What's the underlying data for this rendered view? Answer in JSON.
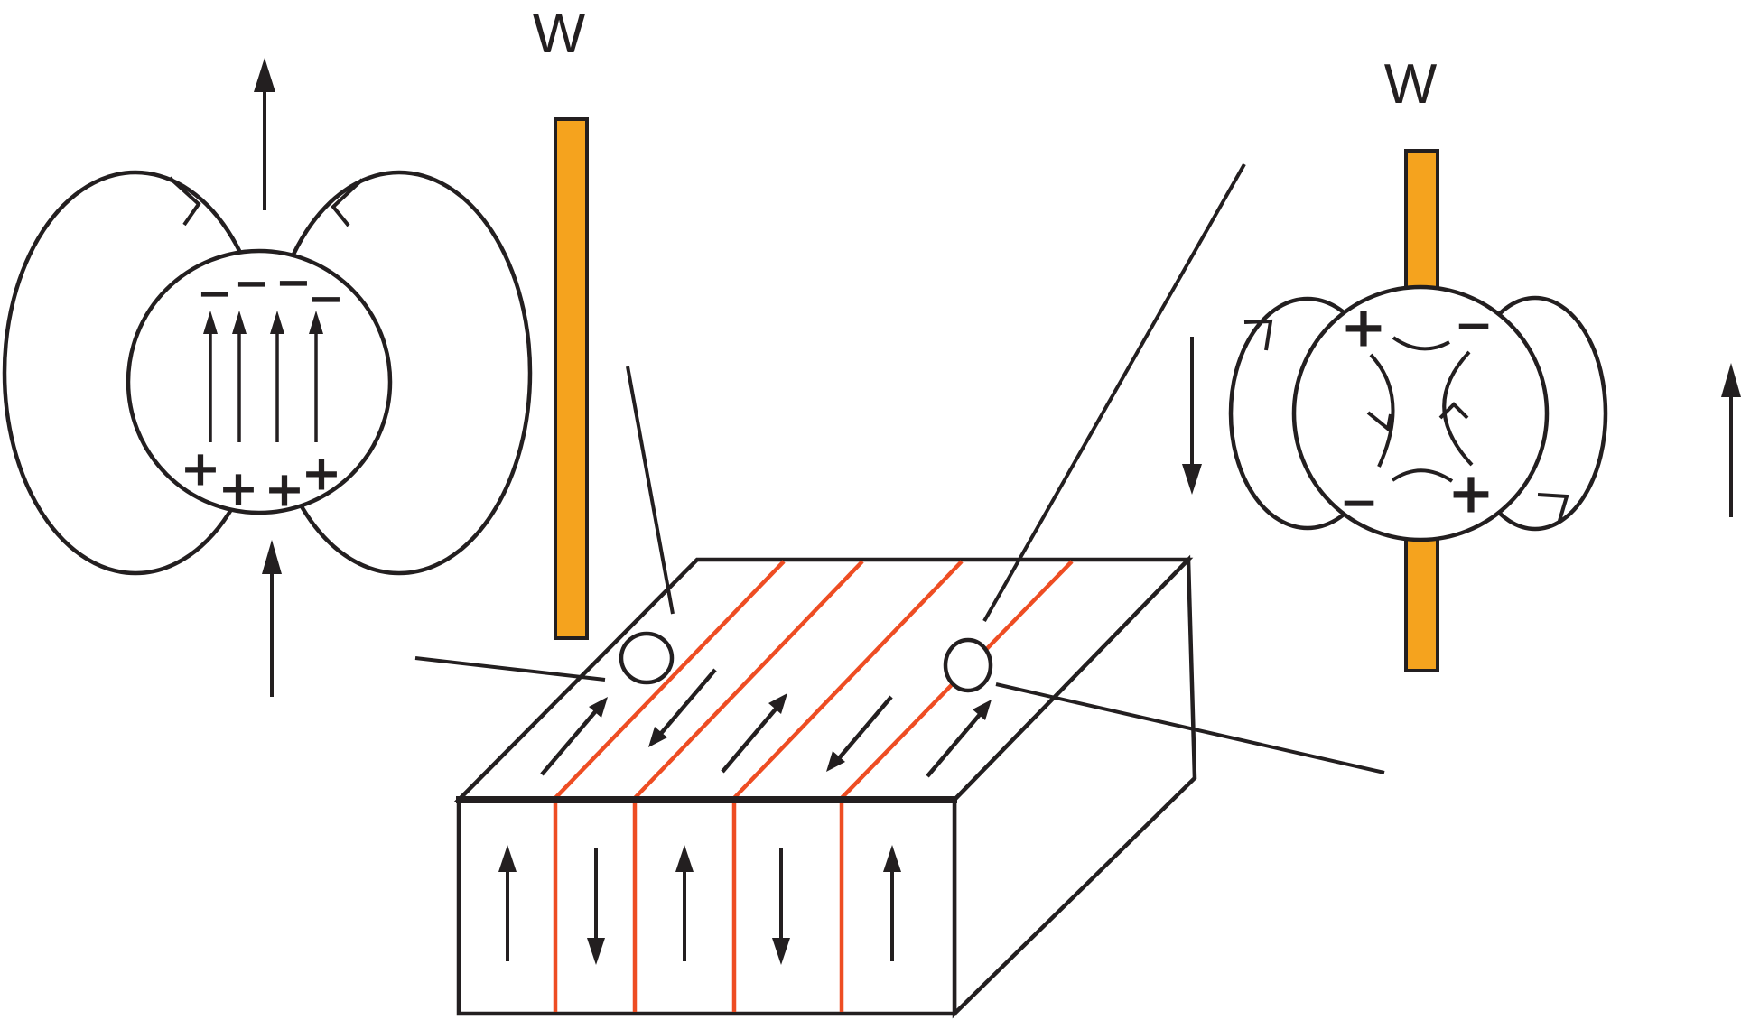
{
  "labels": {
    "left_wall": "W",
    "right_wall": "W"
  },
  "colors": {
    "ink": "#231F20",
    "wall_bar_fill": "#F5A31E",
    "domain_wall_line": "#EE4D23",
    "background": "#FFFFFF"
  },
  "left_detail": {
    "description": "magnified wall cross-section with surface charges and upward magnetization",
    "top_charges": [
      "−",
      "−",
      "−",
      "−"
    ],
    "bottom_charges": [
      "+",
      "+",
      "+",
      "+"
    ],
    "magnetization_direction": "up",
    "stray_field": "two closed flux loops outside the wall"
  },
  "right_detail": {
    "description": "magnified wall cross-section with rotated flux closure and corner charges",
    "charges": {
      "top_left": "+",
      "top_right": "−",
      "bottom_left": "−",
      "bottom_right": "+"
    },
    "stray_field": "two closed flux loops beside the wall"
  },
  "crystal": {
    "description": "slab divided into five magnetic domains by four domain walls",
    "front_domain_directions": [
      "up",
      "down",
      "up",
      "down",
      "up"
    ],
    "top_domain_directions": [
      "toward-upper-right",
      "toward-lower-left",
      "toward-upper-right",
      "toward-lower-left",
      "toward-upper-right"
    ],
    "wall_count": 4,
    "marker_count": 2
  }
}
